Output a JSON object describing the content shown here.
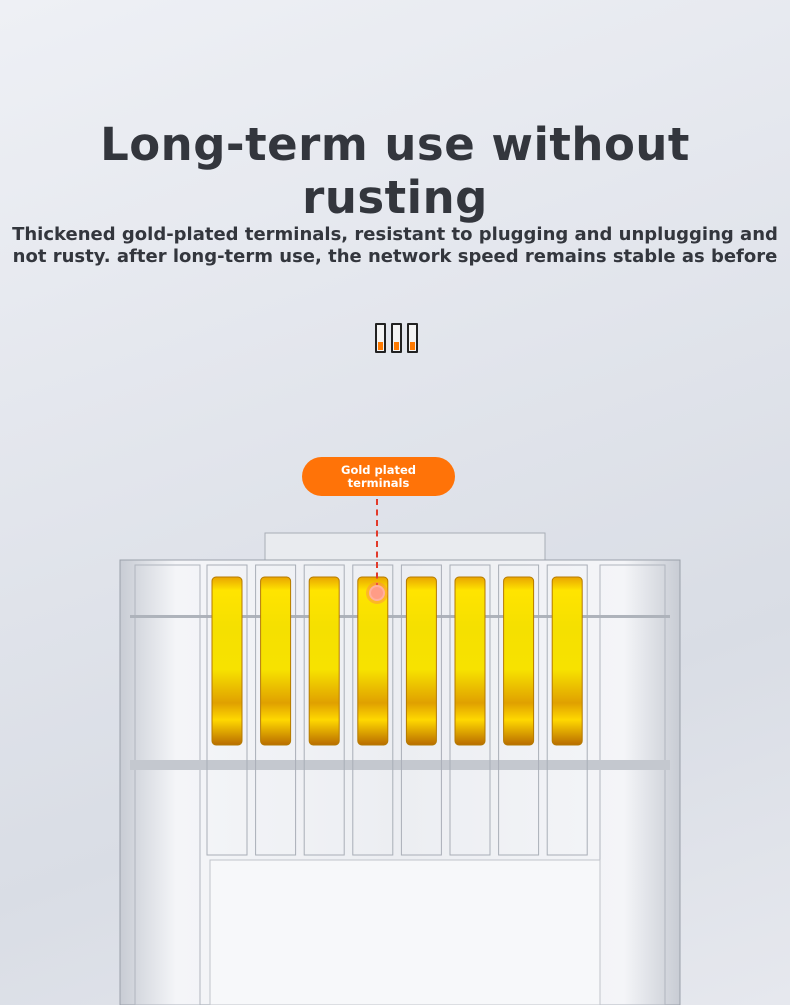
{
  "heading": "Long-term use without rusting",
  "description": {
    "line1": "Thickened gold-plated terminals, resistant to plugging and unplugging and",
    "line2": "not rusty. after long-term use, the network speed remains stable as before"
  },
  "callout": {
    "line1": "Gold plated",
    "line2": "terminals"
  },
  "colors": {
    "accent": "#ff7308",
    "gold": "#f5d000",
    "text": "#33363d"
  },
  "icons": [
    "signal-bars-icon"
  ],
  "pin_count": 8
}
